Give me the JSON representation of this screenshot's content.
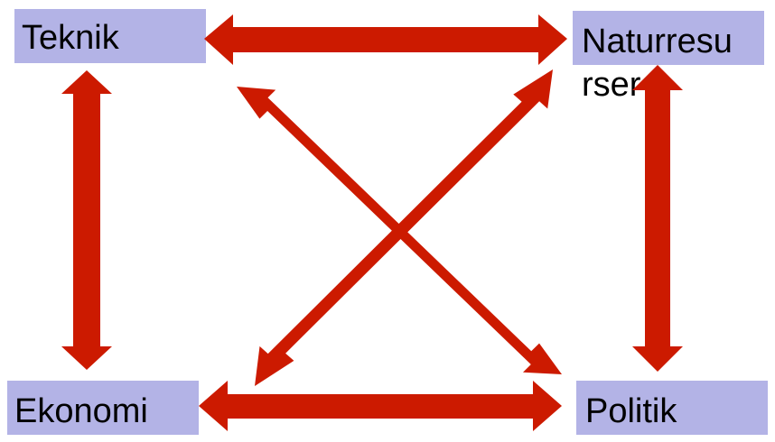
{
  "nodes": {
    "teknik": {
      "label": "Teknik"
    },
    "naturresurser": {
      "label_line1": "Naturresu",
      "label_line2": "rser"
    },
    "ekonomi": {
      "label": "Ekonomi"
    },
    "politik": {
      "label": "Politik"
    }
  },
  "colors": {
    "arrow": "#cc1a00",
    "node_fill": "#b3b3e6",
    "text": "#000000"
  }
}
